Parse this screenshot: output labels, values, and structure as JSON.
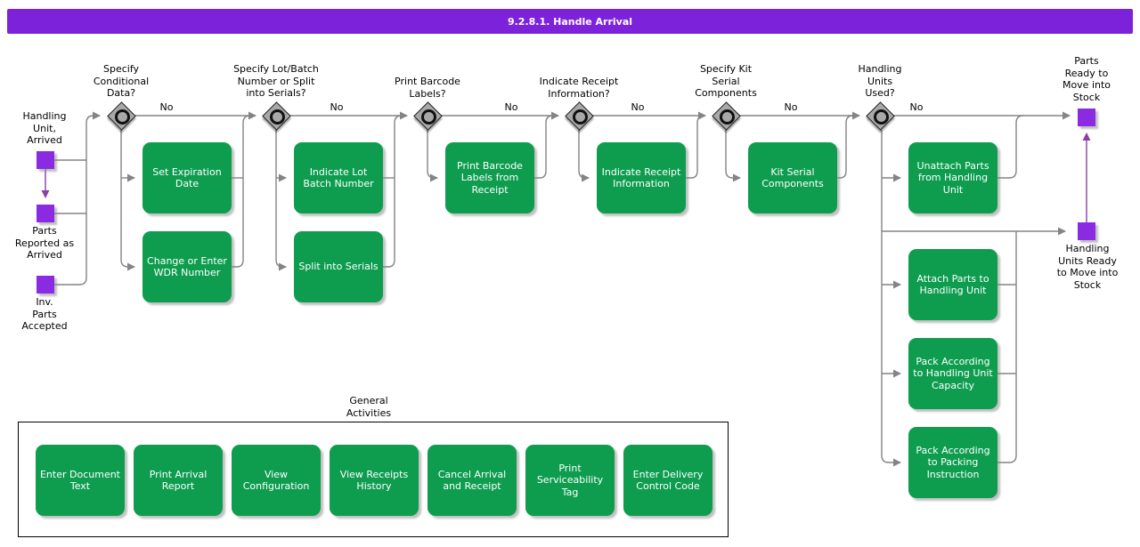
{
  "title": "9.2.8.1. Handle Arrival",
  "colors": {
    "banner": "#7D22DB",
    "task": "#0E9D4F",
    "event": "#8A2BE2",
    "gateway": "#A8A8A8",
    "edge": "#848484",
    "purple-edge": "#8B3FA8"
  },
  "events": [
    {
      "label": "Handling\nUnit,\nArrived"
    },
    {
      "label": "Parts\nReported as\nArrived"
    },
    {
      "label": "Inv.\nParts\nAccepted"
    },
    {
      "label": "Parts\nReady to\nMove into\nStock"
    },
    {
      "label": "Handling\nUnits Ready\nto Move into\nStock"
    }
  ],
  "gateways": [
    {
      "label": "Specify\nConditional\nData?",
      "no_label": "No"
    },
    {
      "label": "Specify Lot/Batch\nNumber or Split\ninto Serials?",
      "no_label": "No"
    },
    {
      "label": "Print Barcode\nLabels?",
      "no_label": "No"
    },
    {
      "label": "Indicate Receipt\nInformation?",
      "no_label": "No"
    },
    {
      "label": "Specify Kit\nSerial\nComponents",
      "no_label": "No"
    },
    {
      "label": "Handling\nUnits\nUsed?",
      "no_label": "No"
    }
  ],
  "tasks": [
    {
      "label": "Set Expiration\nDate"
    },
    {
      "label": "Change or Enter\nWDR Number"
    },
    {
      "label": "Indicate Lot\nBatch Number"
    },
    {
      "label": "Split into Serials"
    },
    {
      "label": "Print Barcode\nLabels from\nReceipt"
    },
    {
      "label": "Indicate Receipt\nInformation"
    },
    {
      "label": "Kit Serial\nComponents"
    },
    {
      "label": "Unattach Parts\nfrom Handling\nUnit"
    },
    {
      "label": "Attach Parts to\nHandling Unit"
    },
    {
      "label": "Pack According\nto Handling Unit\nCapacity"
    },
    {
      "label": "Pack According\nto Packing\nInstruction"
    }
  ],
  "general_activities": {
    "label": "General\nActivities",
    "tasks": [
      {
        "label": "Enter Document\nText"
      },
      {
        "label": "Print Arrival\nReport"
      },
      {
        "label": "View\nConfiguration"
      },
      {
        "label": "View Receipts\nHistory"
      },
      {
        "label": "Cancel Arrival\nand Receipt"
      },
      {
        "label": "Print\nServiceability\nTag"
      },
      {
        "label": "Enter Delivery\nControl Code"
      }
    ]
  }
}
